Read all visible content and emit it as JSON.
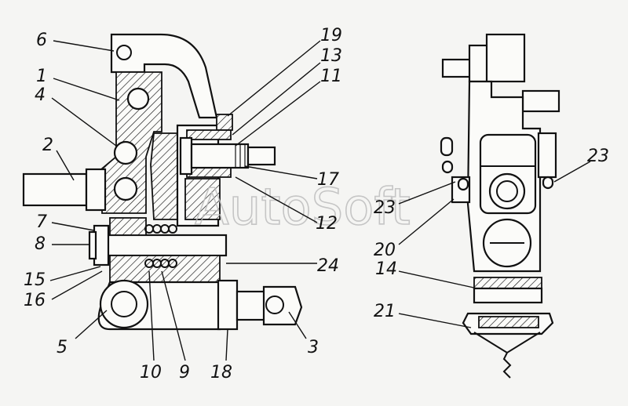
{
  "watermark": "AutoSoft",
  "callouts": [
    {
      "id": "1",
      "text": "1"
    },
    {
      "id": "2",
      "text": "2"
    },
    {
      "id": "3",
      "text": "3"
    },
    {
      "id": "4",
      "text": "4"
    },
    {
      "id": "5",
      "text": "5"
    },
    {
      "id": "6",
      "text": "6"
    },
    {
      "id": "7",
      "text": "7"
    },
    {
      "id": "8",
      "text": "8"
    },
    {
      "id": "9",
      "text": "9"
    },
    {
      "id": "10",
      "text": "10"
    },
    {
      "id": "11",
      "text": "11"
    },
    {
      "id": "12",
      "text": "12"
    },
    {
      "id": "13",
      "text": "13"
    },
    {
      "id": "14",
      "text": "14"
    },
    {
      "id": "15",
      "text": "15"
    },
    {
      "id": "16",
      "text": "16"
    },
    {
      "id": "17",
      "text": "17"
    },
    {
      "id": "18",
      "text": "18"
    },
    {
      "id": "19",
      "text": "19"
    },
    {
      "id": "20",
      "text": "20"
    },
    {
      "id": "21",
      "text": "21"
    },
    {
      "id": "23a",
      "text": "23"
    },
    {
      "id": "23b",
      "text": "23"
    },
    {
      "id": "24",
      "text": "24"
    }
  ]
}
